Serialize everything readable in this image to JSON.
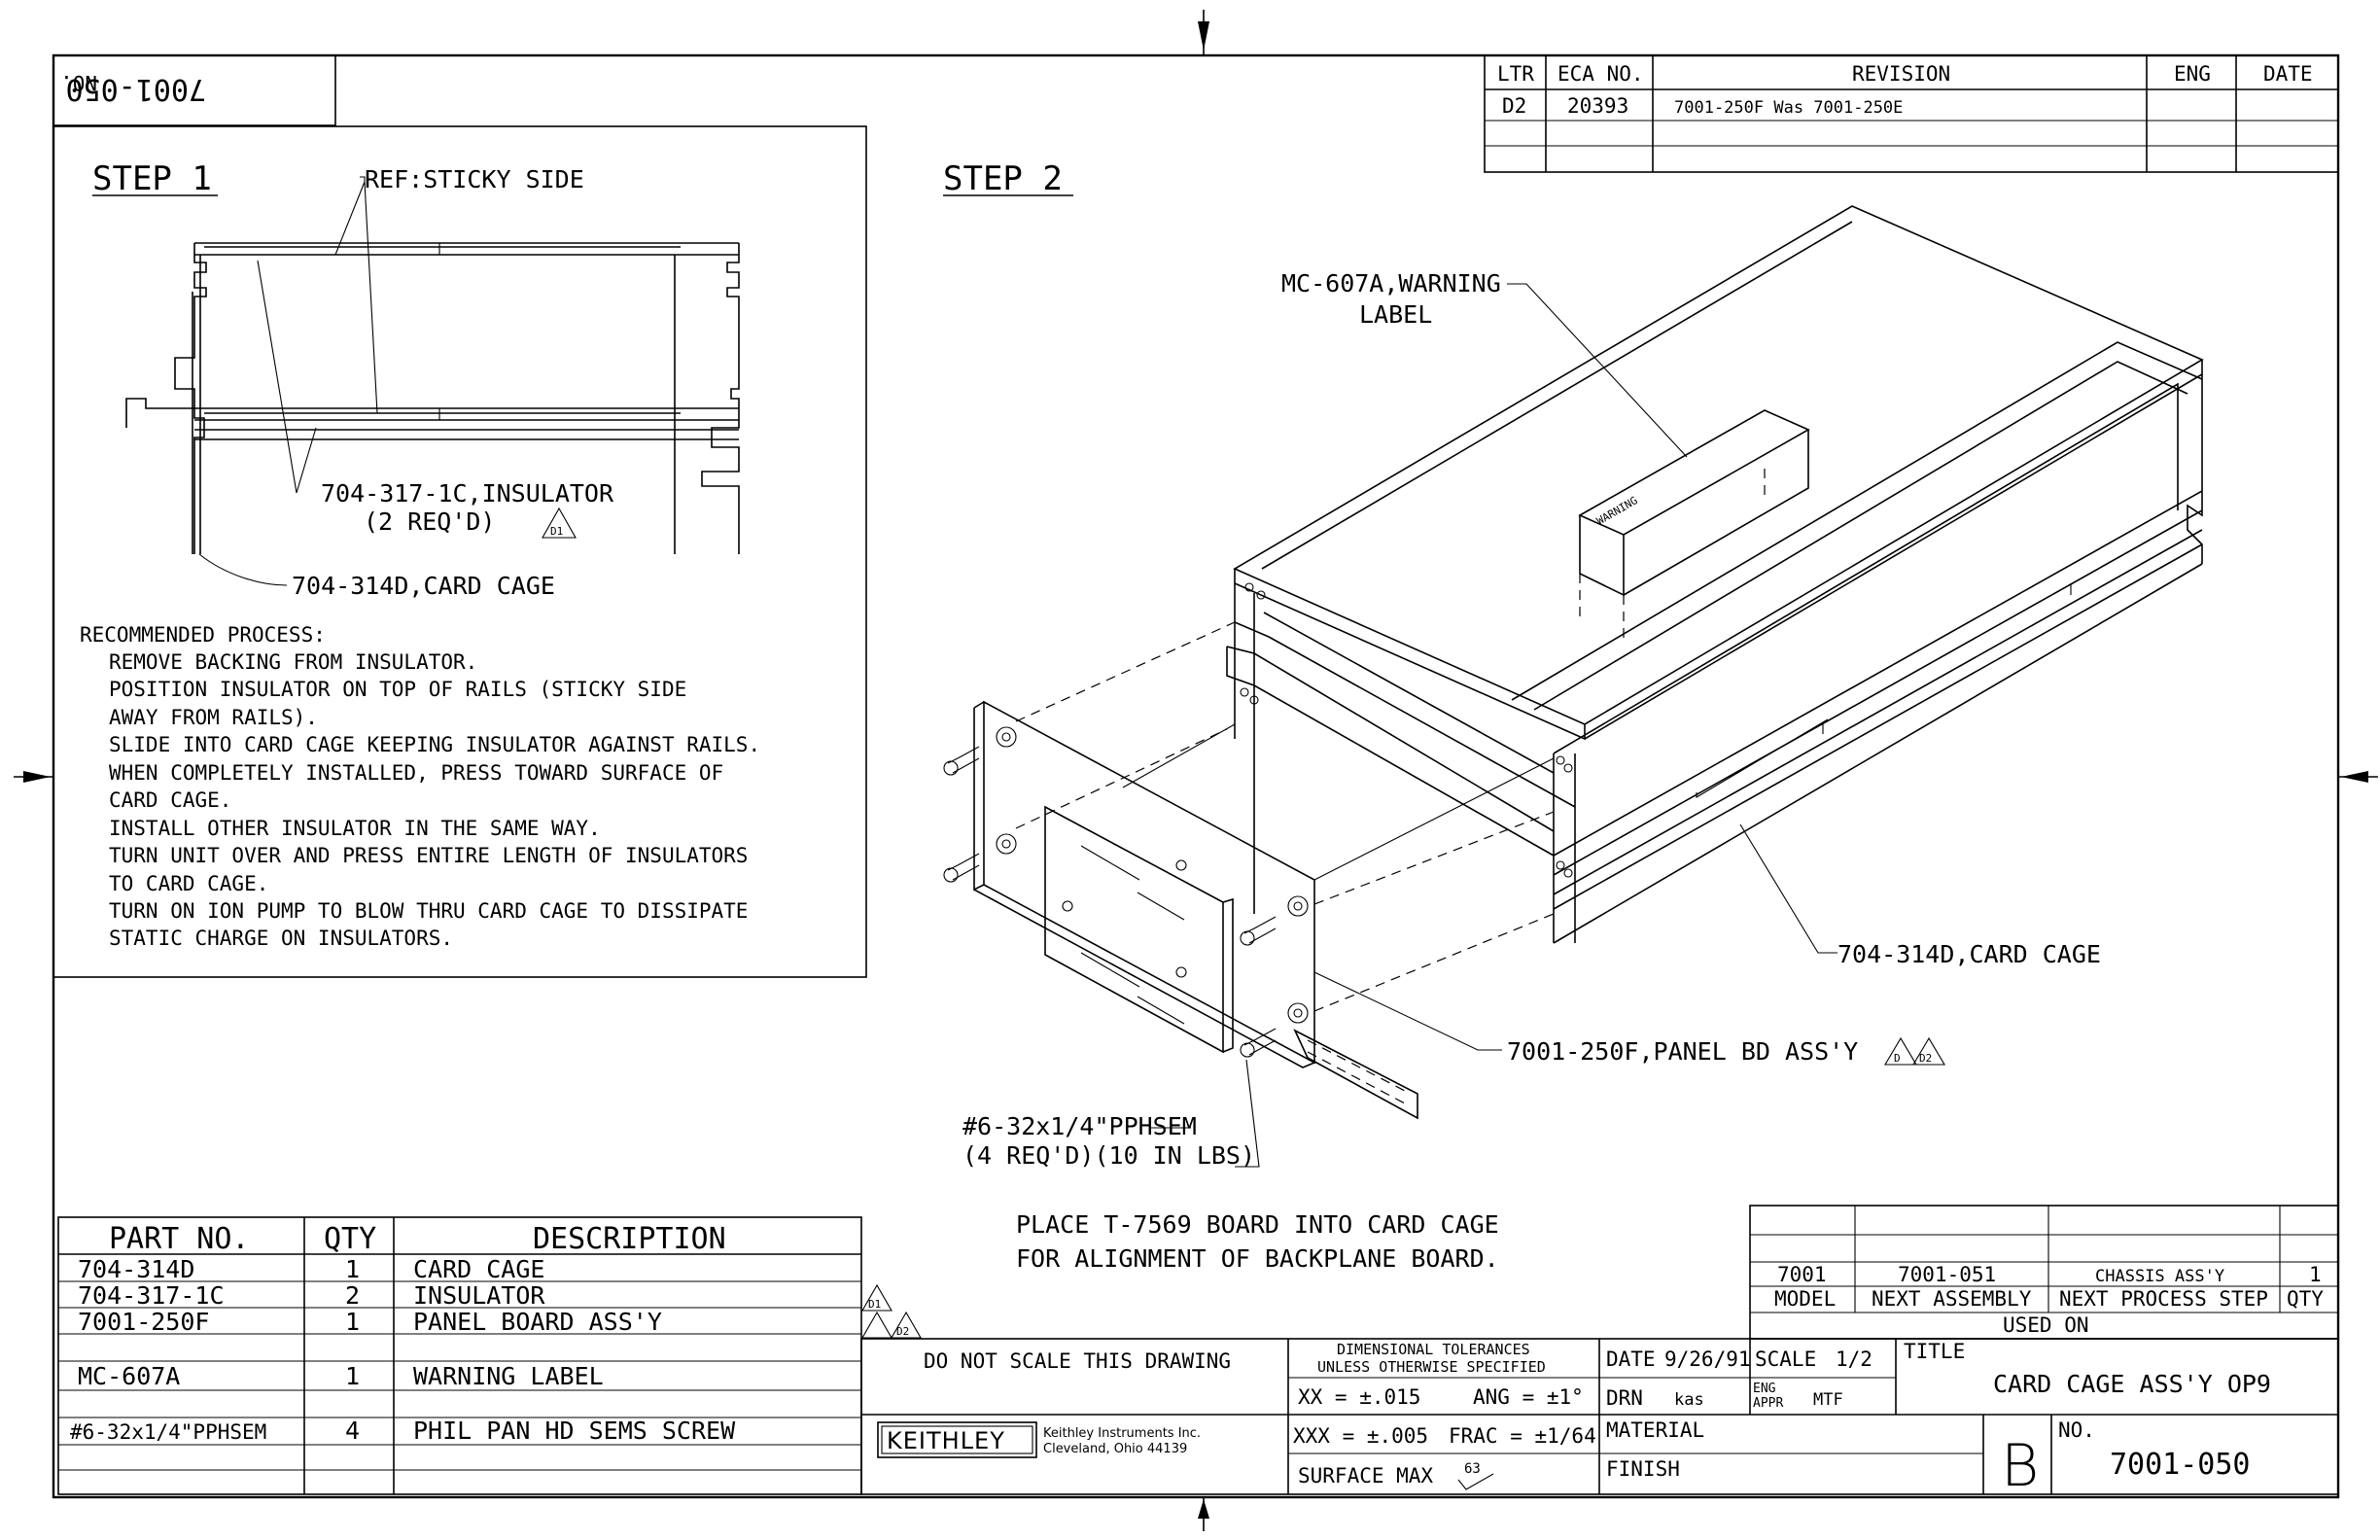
{
  "corner_no": {
    "prefix": "NO.",
    "value": "7001-050"
  },
  "revision": {
    "headers": {
      "ltr": "LTR",
      "eca": "ECA NO.",
      "rev": "REVISION",
      "eng": "ENG",
      "date": "DATE"
    },
    "rows": [
      {
        "ltr": "D2",
        "eca": "20393",
        "rev": "7001-250F Was 7001-250E",
        "eng": "",
        "date": ""
      }
    ]
  },
  "step1": {
    "title": "STEP 1",
    "callout_ref": "REF:STICKY SIDE",
    "callout_insulator": "704-317-1C,INSULATOR",
    "callout_insulator_qty": "(2 REQ'D)",
    "callout_insulator_flag": "D1",
    "callout_cage": "704-314D,CARD CAGE",
    "process_title": "RECOMMENDED PROCESS:",
    "process_lines": [
      "REMOVE BACKING FROM INSULATOR.",
      "POSITION INSULATOR ON TOP OF RAILS (STICKY SIDE",
      "AWAY FROM RAILS).",
      "SLIDE INTO CARD CAGE KEEPING INSULATOR AGAINST RAILS.",
      "WHEN COMPLETELY INSTALLED, PRESS TOWARD SURFACE OF",
      "CARD CAGE.",
      "INSTALL OTHER INSULATOR IN THE SAME WAY.",
      "TURN UNIT OVER AND PRESS ENTIRE LENGTH OF INSULATORS",
      "TO CARD CAGE.",
      "TURN ON ION PUMP TO BLOW THRU CARD CAGE TO DISSIPATE",
      "STATIC CHARGE ON INSULATORS."
    ]
  },
  "step2": {
    "title": "STEP 2",
    "warning_label_1": "MC-607A,WARNING",
    "warning_label_2": "LABEL",
    "warning_text": "WARNING",
    "card_cage": "704-314D,CARD CAGE",
    "panel_bd": "7001-250F,PANEL BD ASS'Y",
    "flag_d": "D",
    "flag_d2": "D2",
    "screw_1": "#6-32x1/4\"PPHSEM",
    "screw_2": "(4 REQ'D)(10 IN LBS)",
    "note_1": "PLACE T-7569 BOARD INTO CARD CAGE",
    "note_2": "FOR ALIGNMENT OF BACKPLANE BOARD."
  },
  "parts": {
    "headers": {
      "part": "PART NO.",
      "qty": "QTY",
      "desc": "DESCRIPTION"
    },
    "rows": [
      {
        "part": "704-314D",
        "qty": "1",
        "desc": "CARD CAGE",
        "flag": ""
      },
      {
        "part": "704-317-1C",
        "qty": "2",
        "desc": "INSULATOR",
        "flag": "D1"
      },
      {
        "part": "7001-250F",
        "qty": "1",
        "desc": "PANEL BOARD ASS'Y",
        "flag": "D2"
      },
      {
        "part": "MC-607A",
        "qty": "1",
        "desc": "WARNING LABEL",
        "flag": ""
      },
      {
        "part": "#6-32x1/4\"PPHSEM",
        "qty": "4",
        "desc": "PHIL PAN HD SEMS SCREW",
        "flag": ""
      }
    ]
  },
  "used_on": {
    "model": "7001",
    "next_assembly": "7001-051",
    "next_step": "CHASSIS ASS'Y",
    "qty": "1",
    "h_model": "MODEL",
    "h_next_assembly": "NEXT ASSEMBLY",
    "h_next_step": "NEXT PROCESS STEP",
    "h_qty": "QTY",
    "footer": "USED ON"
  },
  "title_block": {
    "do_not_scale": "DO NOT SCALE THIS DRAWING",
    "tol_title_1": "DIMENSIONAL TOLERANCES",
    "tol_title_2": "UNLESS OTHERWISE SPECIFIED",
    "tol_xx": "XX = ±.015",
    "tol_ang": "ANG = ±1°",
    "tol_xxx": "XXX = ±.005",
    "tol_frac": "FRAC = ±1/64",
    "surface": "SURFACE MAX",
    "surface_val": "63",
    "date_label": "DATE",
    "date_val": "9/26/91",
    "scale_label": "SCALE",
    "scale_val": "1/2",
    "drn_label": "DRN",
    "drn_val": "kas",
    "eng_label_1": "ENG",
    "eng_label_2": "APPR",
    "eng_val": "MTF",
    "material": "MATERIAL",
    "finish": "FINISH",
    "title_label": "TITLE",
    "title": "CARD CAGE ASS'Y  OP9",
    "size": "B",
    "no_label": "NO.",
    "no": "7001-050",
    "logo": "KEITHLEY",
    "company_1": "Keithley Instruments Inc.",
    "company_2": "Cleveland, Ohio 44139"
  }
}
